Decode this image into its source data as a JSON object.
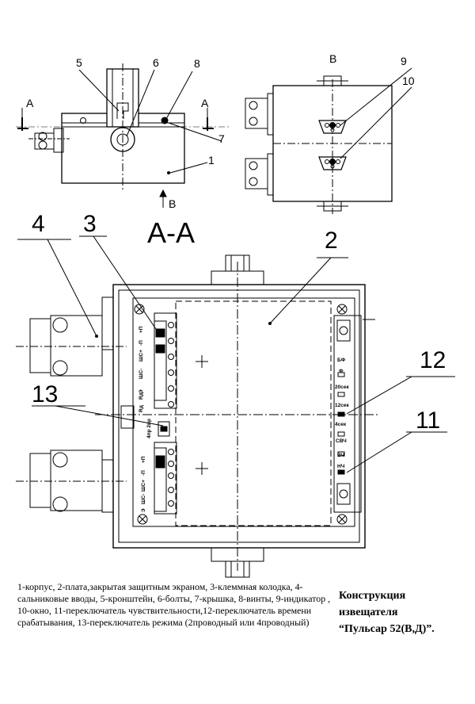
{
  "labels": {
    "n1": "1",
    "n2": "2",
    "n3": "3",
    "n4": "4",
    "n5": "5",
    "n6": "6",
    "n7": "7",
    "n8": "8",
    "n9": "9",
    "n10": "10",
    "n11": "11",
    "n12": "12",
    "n13": "13",
    "letter_a_left": "А",
    "letter_a_right": "А",
    "letter_b_top": "В",
    "letter_b_bottom": "В",
    "section_title": "А-А"
  },
  "terminal_labels": {
    "upper": [
      "+П",
      "-П",
      "ШС+",
      "ШС-",
      "Э"
    ],
    "rd": [
      "Rд",
      "Rд"
    ],
    "lower": [
      "+П",
      "-П",
      "ШС+",
      "ШС-",
      "Э"
    ],
    "mode": "4пр 2пр"
  },
  "switch_labels": [
    "БФ",
    "Ф",
    "20сек",
    "12сек",
    "4сек",
    "СВЧ",
    "ВЧ",
    "НЧ"
  ],
  "legend_text": "1-корпус, 2-плата,закрытая защитным экраном, 3-клеммная колодка, 4-сальниковые вводы, 5-кронштейн, 6-болты, 7-крышка, 8-винты, 9-индикатор , 10-окно, 11-переключатель чувствительности,12-переключатель времени срабатывания, 13-переключатель режима (2проводный или 4проводный)",
  "caption": {
    "line1": "Конструкция",
    "line2": "извещателя",
    "line3": "“Пульсар 52(В,Д)”."
  }
}
